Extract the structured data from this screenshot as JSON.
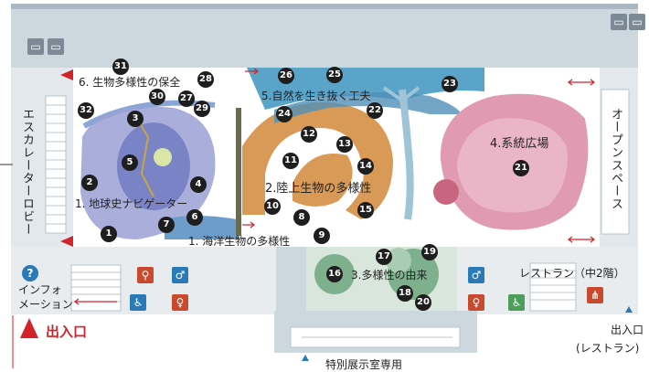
{
  "colors": {
    "wall": "#cdd7de",
    "wall_dark": "#a9b8c3",
    "earth_zone": "#9aa1d3",
    "marine_zone": "#6d9ecb",
    "land_zone": "#d99a57",
    "evolution_zone": "#5aa4c9",
    "system_zone": "#e09bb3",
    "diversity_zone": "#7fb08e",
    "badge": "#1e1e1e",
    "exit_red": "#d2222a",
    "restroom_male": "#2b7ab8",
    "restroom_female": "#c94a2f"
  },
  "zones": {
    "earth": "1. 地球史ナビゲーター",
    "marine": "1. 海洋生物の多様性",
    "land": "2.陸上生物の多様性",
    "diversity_origin": "3.多様性の由来",
    "system": "4.系統広場",
    "nature": "5.自然を生き抜く工夫",
    "conservation": "6. 生物多様性の保全"
  },
  "places": {
    "escalator": "エスカレーターロビー",
    "open_space": "オープンスペース",
    "info": "インフォメーション",
    "info_line1": "インフォ",
    "info_line2": "メーション",
    "entrance": "出入口",
    "restaurant_floor": "レストラン（中2階）",
    "exit_right": "出入口",
    "exit_right_sub": "(レストラン)",
    "special": "特別展示室専用"
  },
  "icons": [
    "elevator-icon",
    "elevator-icon",
    "elevator-icon",
    "elevator-icon",
    "info-icon",
    "nursing-room-icon",
    "male-restroom-icon",
    "female-restroom-icon",
    "accessible-restroom-icon",
    "restaurant-icon"
  ],
  "badges": [
    "1",
    "2",
    "3",
    "4",
    "5",
    "6",
    "7",
    "8",
    "9",
    "10",
    "11",
    "12",
    "13",
    "14",
    "15",
    "16",
    "17",
    "18",
    "19",
    "20",
    "21",
    "22",
    "23",
    "24",
    "25",
    "26",
    "27",
    "28",
    "29",
    "30",
    "31",
    "32"
  ]
}
